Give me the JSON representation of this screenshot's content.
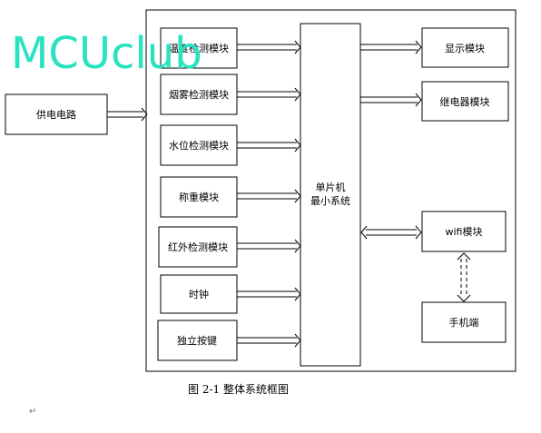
{
  "watermark": "MCUclub",
  "power": {
    "label": "供电电路"
  },
  "mcu": {
    "line1": "单片机",
    "line2": "最小系统"
  },
  "inputs": [
    {
      "label": "温度检测模块"
    },
    {
      "label": "烟雾检测模块"
    },
    {
      "label": "水位检测模块"
    },
    {
      "label": "称重模块"
    },
    {
      "label": "红外检测模块"
    },
    {
      "label": "时钟"
    },
    {
      "label": "独立按键"
    }
  ],
  "outputs": {
    "display": "显示模块",
    "relay": "继电器模块",
    "wifi": "wifi模块",
    "phone": "手机端"
  },
  "caption": "图 2-1 整体系统框图",
  "para_mark": "↵"
}
